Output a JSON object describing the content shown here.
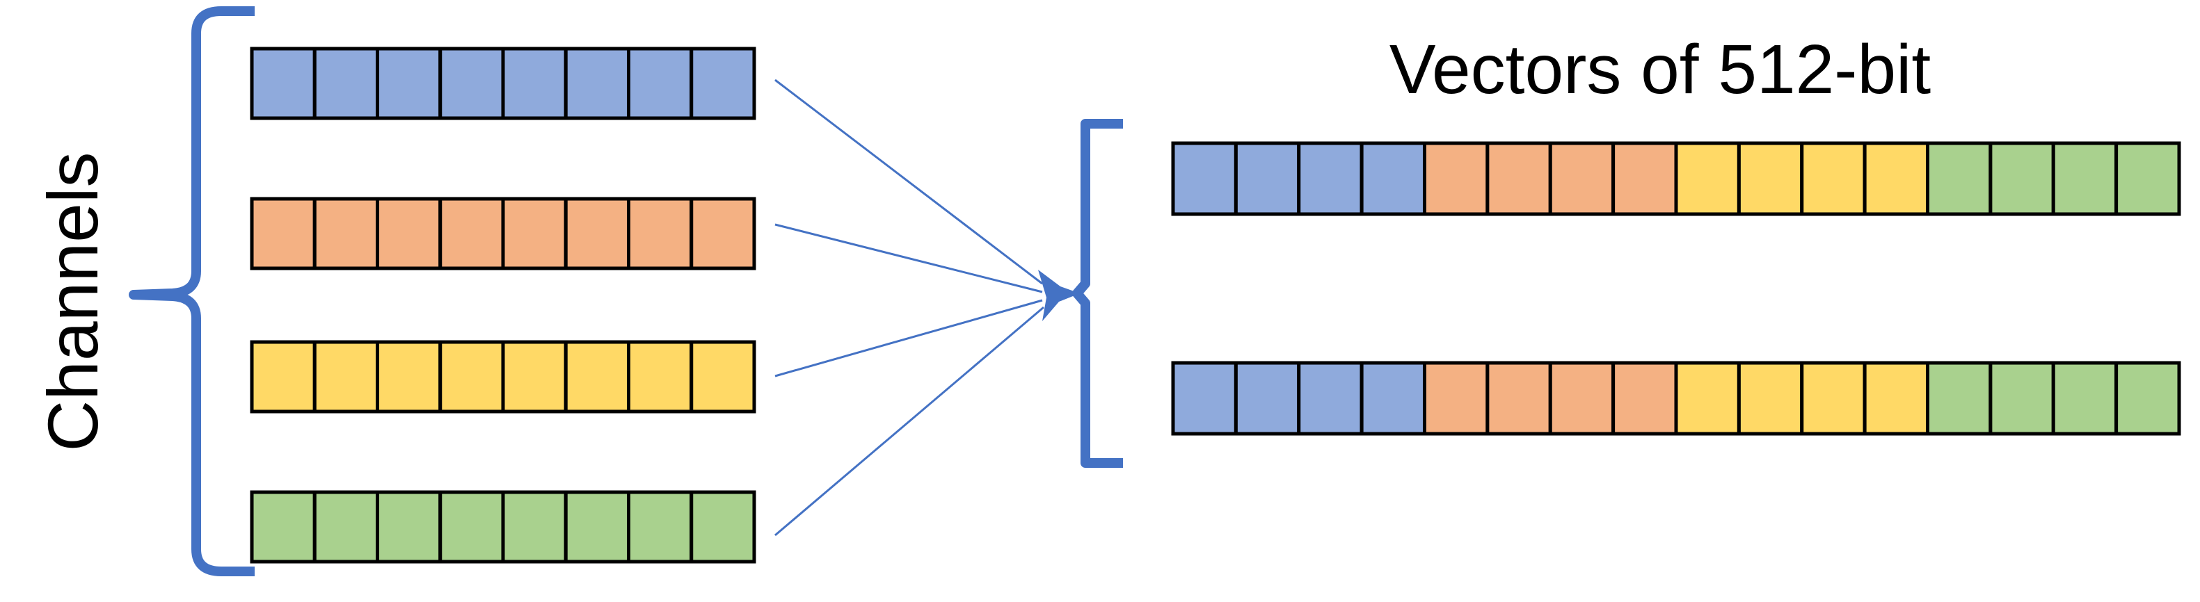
{
  "labels": {
    "channels": "Channels",
    "vectors": "Vectors of 512-bit"
  },
  "colors": {
    "blue": "#8faadc",
    "orange": "#f4b183",
    "yellow": "#ffd966",
    "green": "#a9d18e",
    "bracket": "#4472c4",
    "arrow": "#4472c4",
    "cell_border": "#000000"
  },
  "channels": [
    {
      "color": "blue",
      "cells": 8
    },
    {
      "color": "orange",
      "cells": 8
    },
    {
      "color": "yellow",
      "cells": 8
    },
    {
      "color": "green",
      "cells": 8
    }
  ],
  "vectors": [
    {
      "segments": [
        {
          "color": "blue",
          "cells": 4
        },
        {
          "color": "orange",
          "cells": 4
        },
        {
          "color": "yellow",
          "cells": 4
        },
        {
          "color": "green",
          "cells": 4
        }
      ]
    },
    {
      "segments": [
        {
          "color": "blue",
          "cells": 4
        },
        {
          "color": "orange",
          "cells": 4
        },
        {
          "color": "yellow",
          "cells": 4
        },
        {
          "color": "green",
          "cells": 4
        }
      ]
    }
  ]
}
